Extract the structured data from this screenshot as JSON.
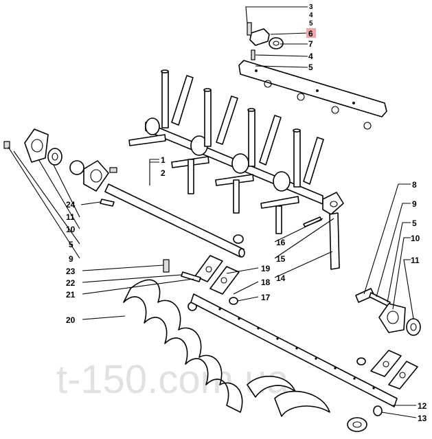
{
  "watermark": "t-150.com.ua",
  "labels": {
    "l3": "3",
    "l4a": "4",
    "l5a": "5",
    "l6": "6",
    "l7": "7",
    "l4b": "4",
    "l5b": "5",
    "l1": "1",
    "l2": "2",
    "l24": "24",
    "l11a": "11",
    "l10a": "10",
    "l5c": "5",
    "l9a": "9",
    "l23": "23",
    "l22": "22",
    "l21": "21",
    "l20": "20",
    "l16": "16",
    "l15": "15",
    "l14": "14",
    "l19": "19",
    "l18": "18",
    "l17": "17",
    "l8": "8",
    "l9b": "9",
    "l5d": "5",
    "l10b": "10",
    "l11b": "11",
    "l12": "12",
    "l13": "13"
  },
  "highlight": {
    "label": "6",
    "color": "#f2a8a8"
  }
}
